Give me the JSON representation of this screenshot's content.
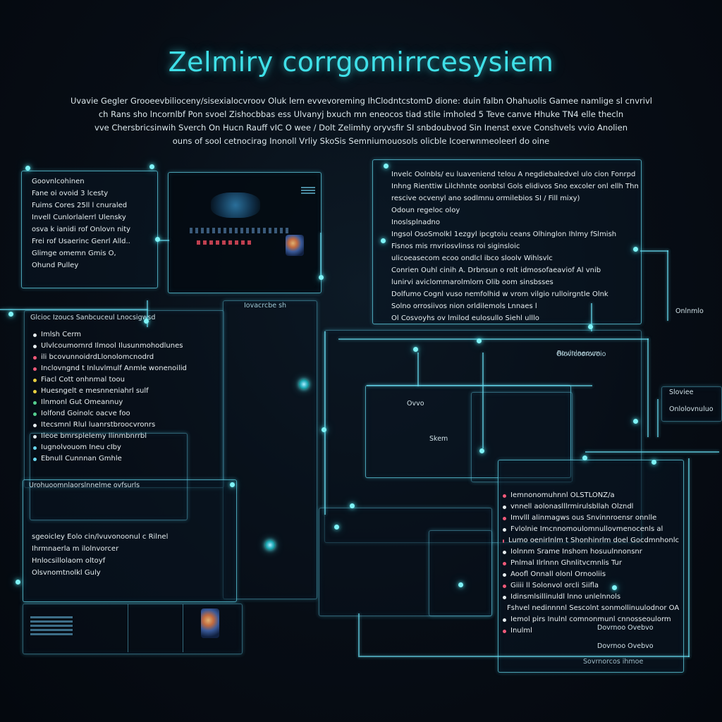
{
  "title": "Zelmiry corrgomirrcesysiem",
  "intro": [
    "Uvavie Gegler Grooeevbilioceny/sisexialocvroov Oluk lern evvevoreming IhClodntcstomD dione: duin falbn Ohahuolis Gamee namlige sl cnvrivk",
    "ch Rans sho lncornlbf Pon svoel Zishocbbas ess Ulvanyj bxuch mn eneocos tiad stile imholed 5 Teve canve Hhuke TN4 elle thecln",
    "vve Chersbricsinwih Sverch On Hucn Rauff vIC O wee / Dolt Zelimhy oryvsfir SI snbdoubvod Sin Inenst exve Conshvels vvio Anolien",
    "ouns of sool cetnocirag Inonoll Vrliy SkoSis Semniumouosols olicble Icoerwnmeoleerl do oine"
  ],
  "panel_a": {
    "lines": [
      "Goovnlcohinen",
      "Fane oi ovoid 3 lcesty",
      "Fuims Cores 25ll l cnuraled",
      "Invell Cunlorlalerrl Ulensky",
      "osva k ianidi rof Onlovn nity",
      "Frei rof Usaerinc Genrl Alld..",
      "Glimge omemn Gmis O,",
      "Ohund Pulley"
    ]
  },
  "panel_right": {
    "lines": [
      "Invelc Oolnbls/ eu luaveniend telou A negdiebaledvel ulo cion Fonrpd",
      "Inhng Rienttiw Lilchhnte oonbtsl Gols elidivos Sno excoler onl ellh Thmar",
      "rescive ocvenyl ano sodlmnu ormilebios SI / Fill mixy)",
      "Odoun regeloc oloy",
      "Inoslsplnadno",
      "Ingsol OsoSmolkl 1ezgyl ipcgtoiu ceans Olhinglon Ihlmy fSlmish",
      "Fisnos mis rnvriosvlinss roi siginsloic",
      "ulicoeasecom ecoo ondlcl ibco sloolv Wihlsvlc",
      "Conrien Ouhl cinih A. Drbnsun o rolt idmosofaeaviof Al vnib",
      "lunirvi aviclommarolmlorn Olib oom sinsbsses",
      "Dolfumo Cognl vuso nemfolhid w vrom vilgio rulloirgntle Olnk",
      "Solno orrosiivos nion orldilemols Lnnaes l",
      "Ol Cosvoyhs ov lmilod eulosullo Siehl ulllo"
    ]
  },
  "list_left": {
    "header": "Glcioc Izoucs Sanbcuceul Lnocsigwsd",
    "items": [
      {
        "text": "Imlsh Cerm",
        "color": "#e7eef0"
      },
      {
        "text": "Ulvlcoumornrd Ilmool Ilusunmohodlunes",
        "color": "#e7eef0"
      },
      {
        "text": "ili bcovunnoidrdLlonolomcnodrd",
        "color": "#f35a7a"
      },
      {
        "text": "Inclovngnd t Inluvlmulf Anmle wonenoilid",
        "color": "#f35a7a"
      },
      {
        "text": "Fiacl Cott onhnmal toou",
        "color": "#e7d040"
      },
      {
        "text": "Huesngelt e mesnneniahrl sulf",
        "color": "#e7d040"
      },
      {
        "text": "Ilnmonl Gut Omeannuy",
        "color": "#55d090"
      },
      {
        "text": "Iolfond Goinolc oacve foo",
        "color": "#55d090"
      },
      {
        "text": "Itecsmnl Rlul luanrstbroocvronrs",
        "color": "#e7eef0"
      },
      {
        "text": "Ileoe bmrsplelemy llinmbnrrbl",
        "color": "#e7eef0"
      },
      {
        "text": "Iugnolvouom Ineu cIby",
        "color": "#6ad8f0"
      },
      {
        "text": "Ebnull Cunnnan Gmhle",
        "color": "#6ad8f0"
      }
    ]
  },
  "panel_b": {
    "header": "Urohuoomnlaorslnnelme ovfsurls",
    "lines": [
      "sgeoicley Eolo cin/lvuvonoonul c Rilnel",
      "Ihrmnaerla m ilolnvorcer",
      "Hnlocsillolaom oltoyf",
      "Olsvnomtnolkl Guly"
    ]
  },
  "center": {
    "tag_top": "Iovacrcbe sh",
    "mid_a": "Ovvo",
    "mid_b": "Skem",
    "tag_right": "Olovlcoorovoio"
  },
  "list_right": {
    "lines": [
      {
        "text": "Iemnonomuhnnl OLSTLONZ/a",
        "color": "#f35a7a"
      },
      {
        "text": "vnnell aolonaslllrmirulsbllah Olzndl",
        "color": "#e7eef0"
      },
      {
        "text": "Imvlll alinmagws ous Snvinnroensr onnlle",
        "color": "#f35a7a"
      },
      {
        "text": "Fvlolnie Imcnnomoulomnullovmenocenls al",
        "color": "#e7eef0"
      },
      {
        "text": "Lumo oenirlnlm t Shonhinrlm doel Gocdmnhonlc",
        "color": "#f35a7a"
      },
      {
        "text": "Iolnnm Srame Inshom hosuulnnonsnr",
        "color": "#e7eef0"
      },
      {
        "text": "Pnlmal Ilrlnnn Ghnlitvcmnlis Tur",
        "color": "#f35a7a"
      },
      {
        "text": "Aoofl Onnall olonl Ornooliis",
        "color": "#e7eef0"
      },
      {
        "text": "Giiii ll Solonvol orcli Siifla",
        "color": "#f35a7a"
      },
      {
        "text": "Idinsmlsillinuldl lnno unlelnnols",
        "color": "#e7eef0"
      },
      {
        "text": "Fshvel nedinnnnl Sescolnt sonmollinuulodnor OA",
        "color": "#f35a7a"
      },
      {
        "text": "Iemol pirs Inulnl comnonmunl cnnosseoulorm",
        "color": "#e7eef0"
      },
      {
        "text": "Inulml",
        "color": "#f35a7a"
      }
    ],
    "footer": "Dovrnoo Ovebvo",
    "footer2": "Dovrnoo Ovebvo",
    "footer3": "Sovrnorcos ihmoe"
  },
  "side_tags": {
    "right_a": "Sloviee",
    "right_b": "Onlolovnuluo",
    "right_c": "Onlnmlo",
    "right_d": "Rovlnlneovm"
  }
}
